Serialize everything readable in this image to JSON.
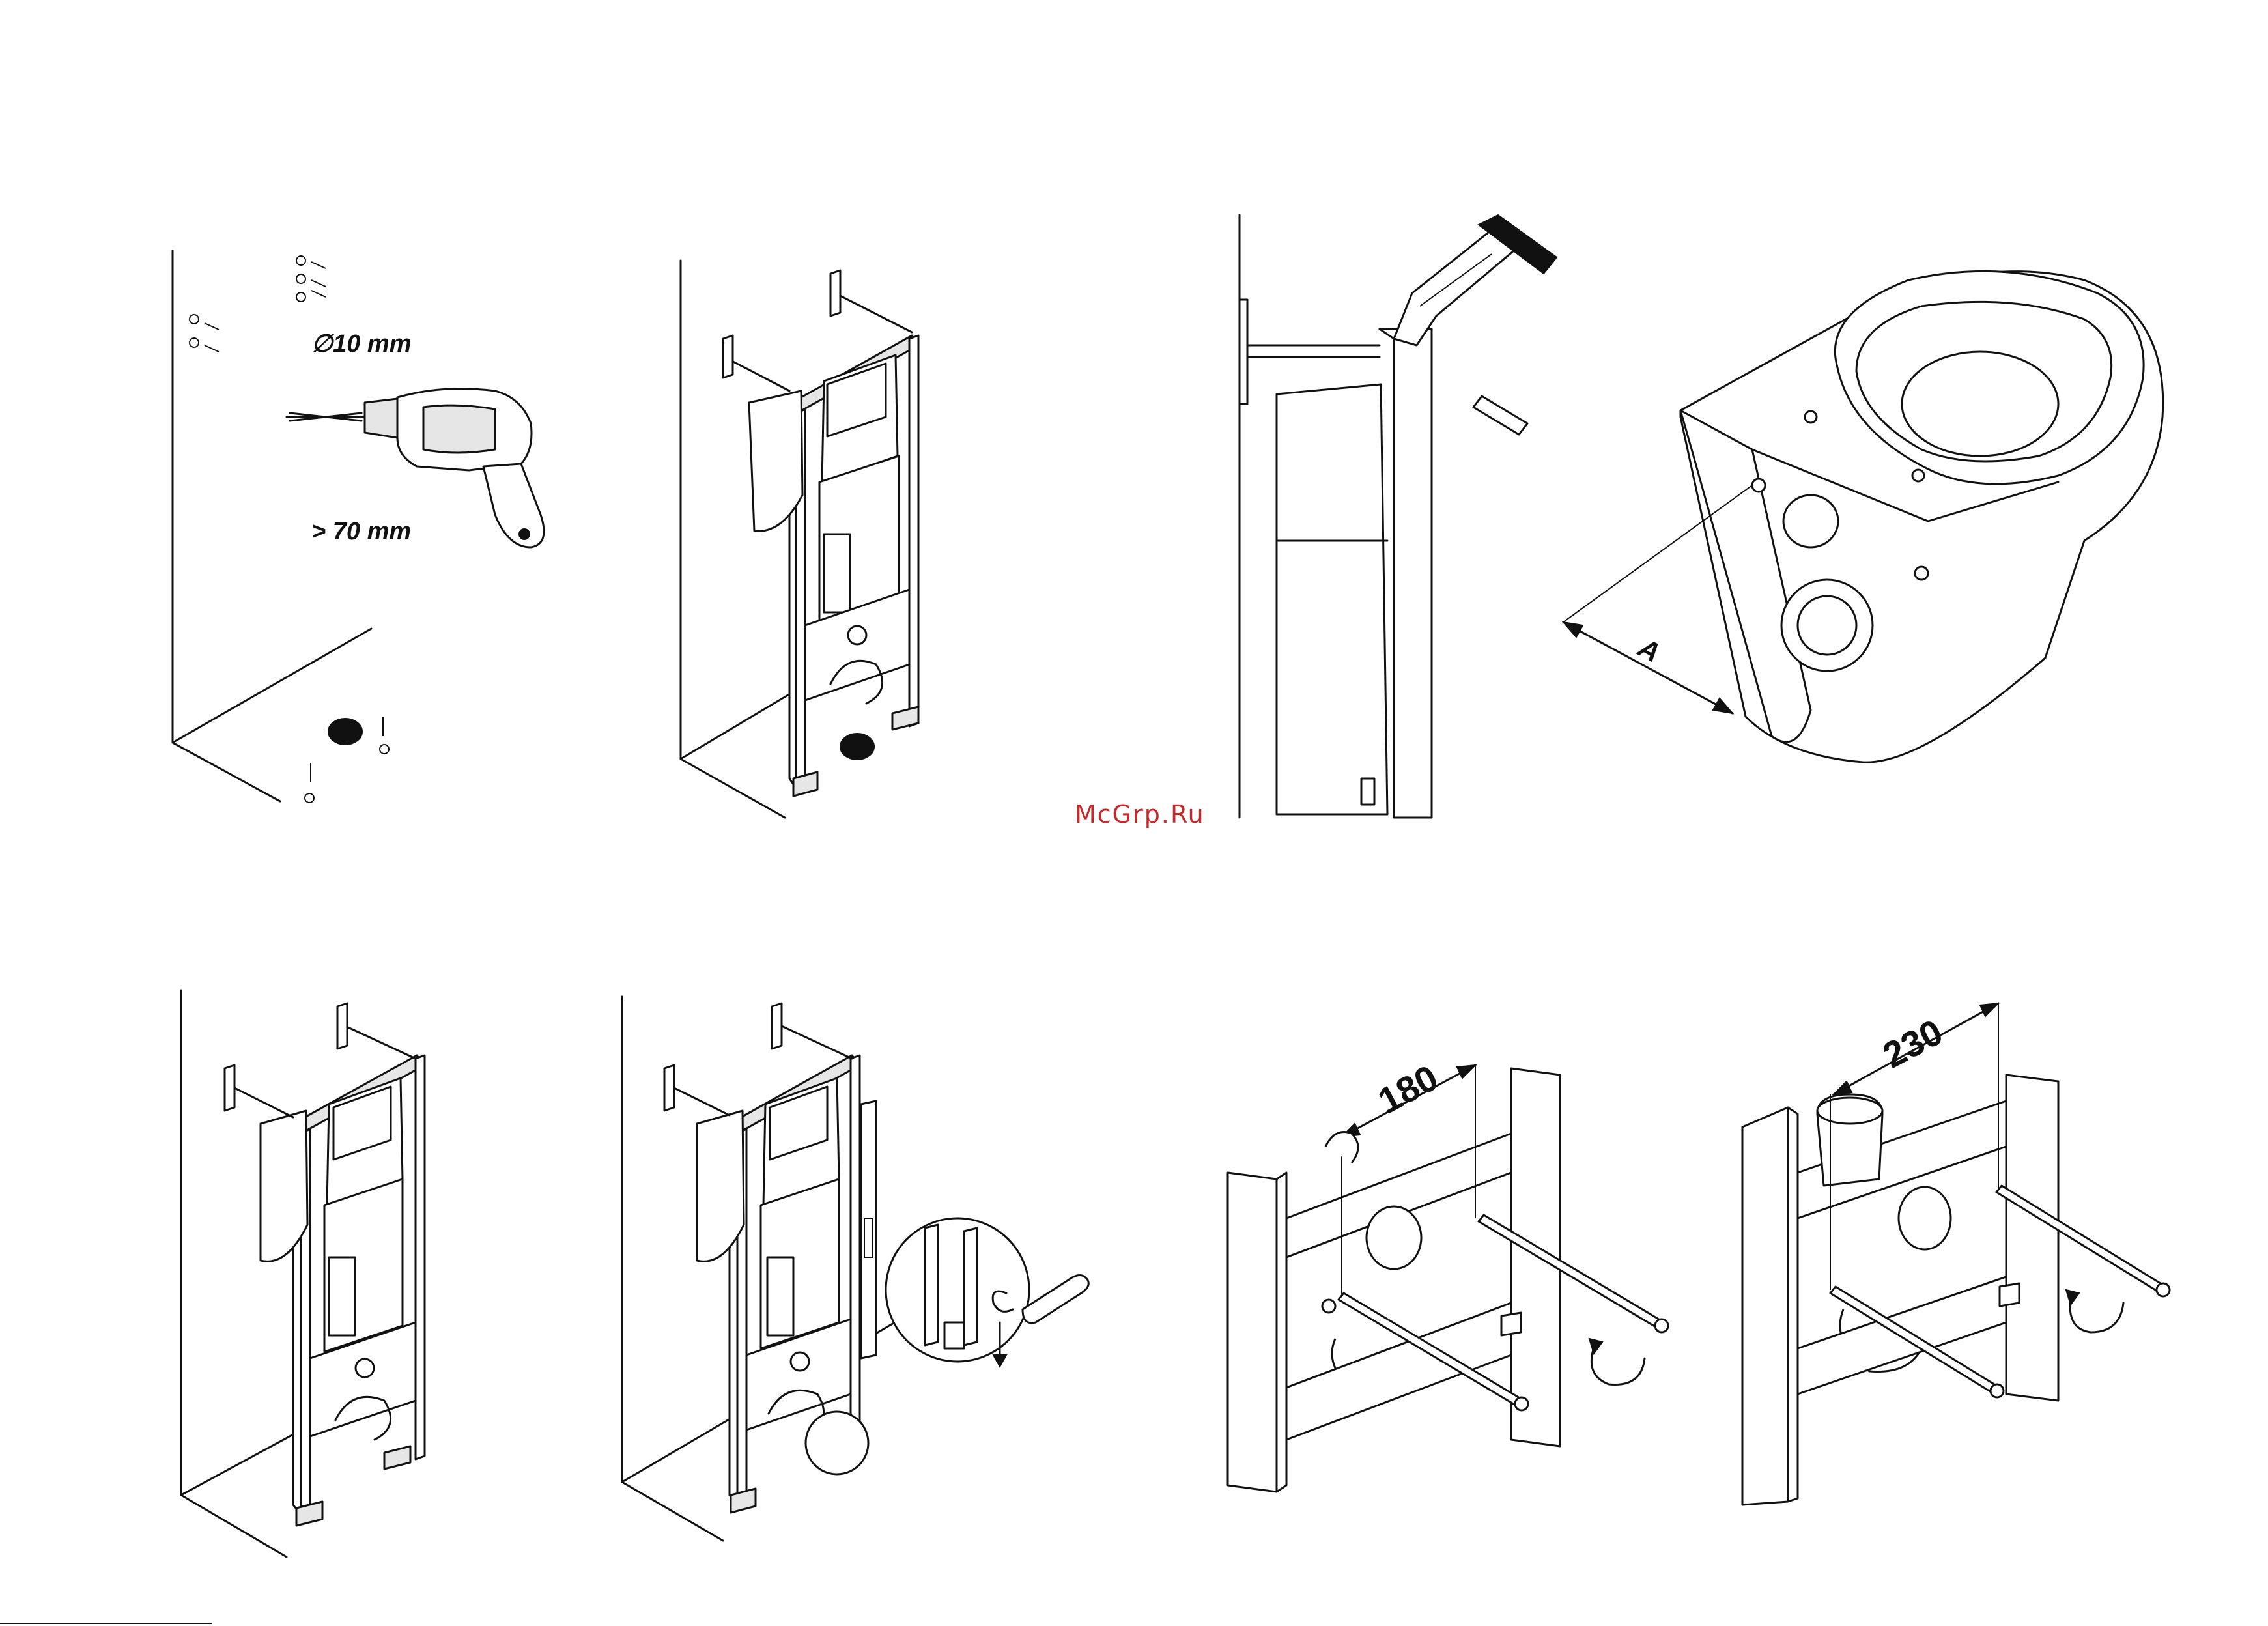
{
  "labels": {
    "drill_diameter": "∅10 mm",
    "drill_depth": "> 70 mm",
    "dimension_a": "A",
    "dimension_180": "180",
    "dimension_230": "230"
  },
  "watermark": "McGrp.Ru",
  "icons": [
    "drill-icon",
    "anchor-icon",
    "wrench-icon",
    "rotate-arrow-icon",
    "level-icon"
  ],
  "colors": {
    "line": "#111111",
    "watermark": "#c42a2a",
    "paper": "#ffffff"
  }
}
